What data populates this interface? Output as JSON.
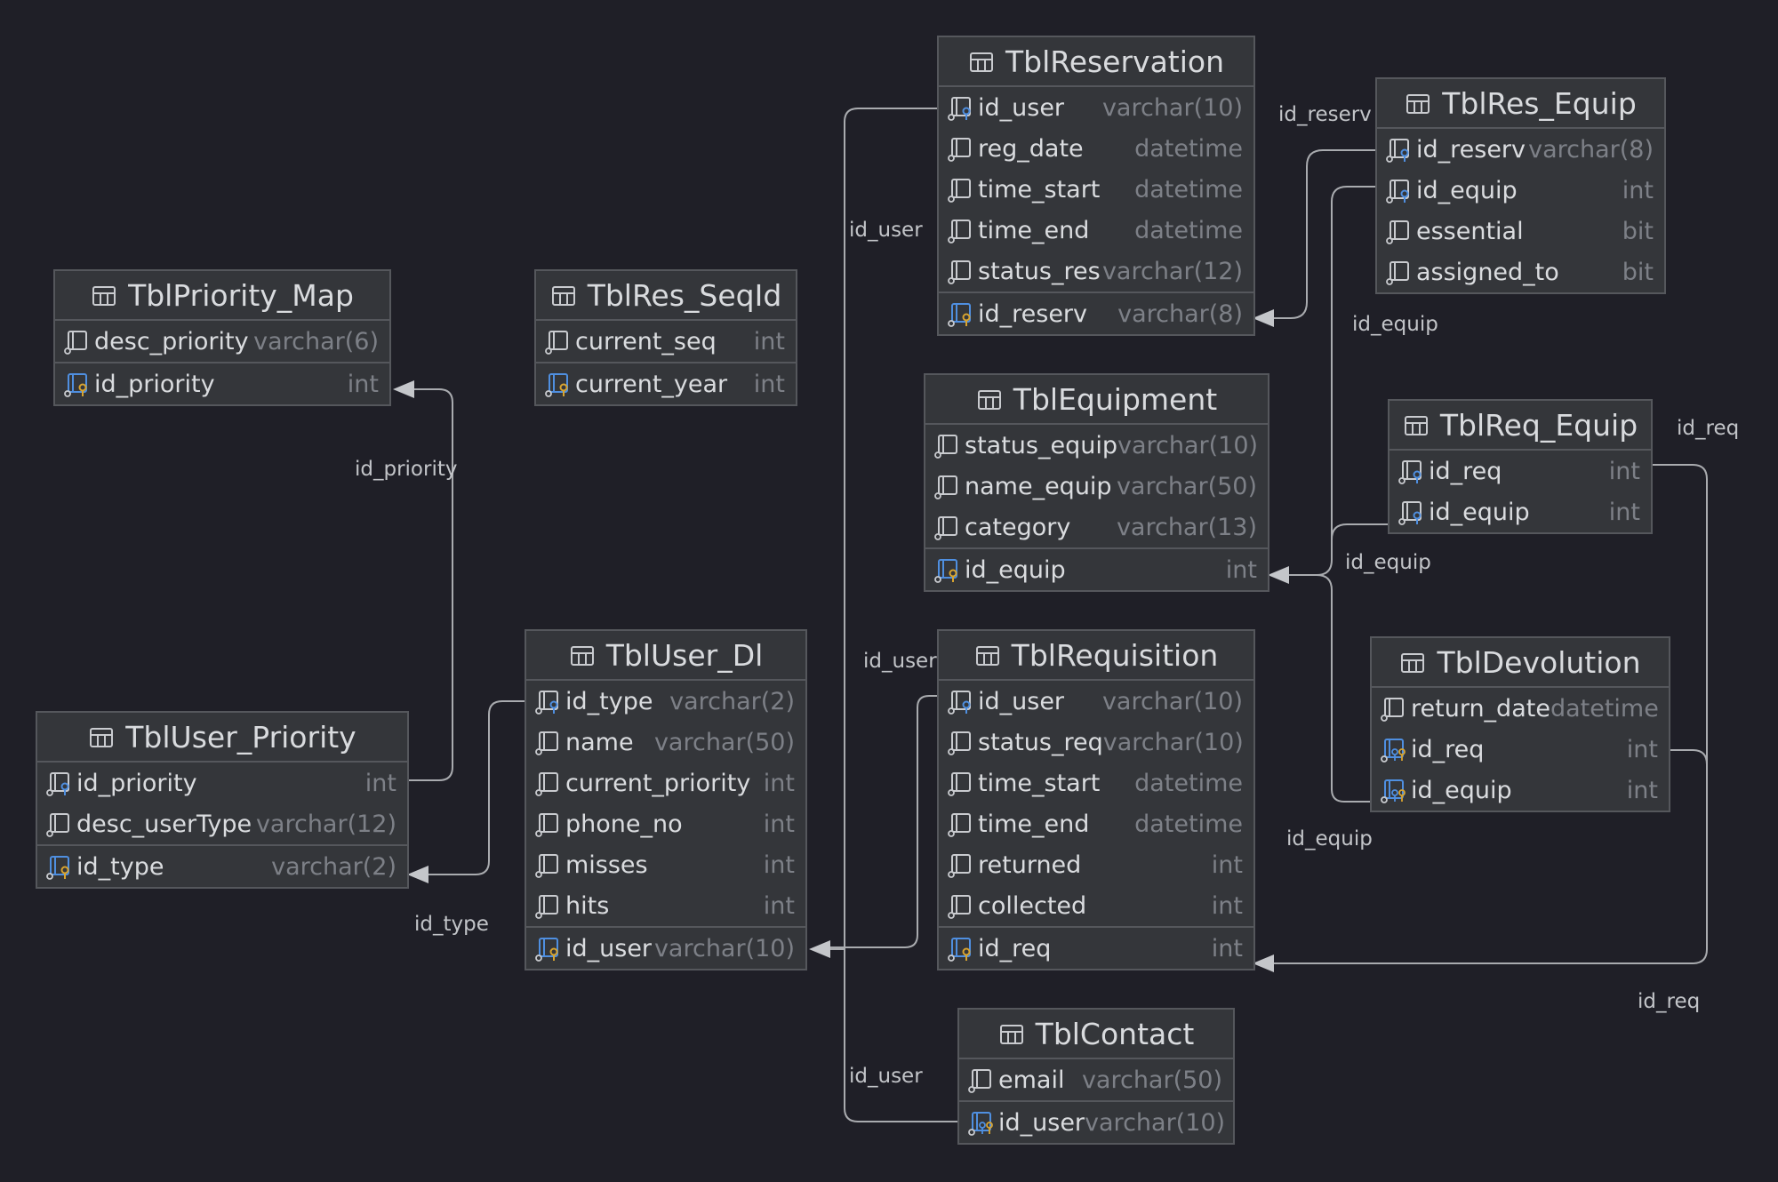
{
  "colors": {
    "background": "#1f1f27",
    "table_fill": "#34363a",
    "table_border": "#55575c",
    "connector": "#a9abaf",
    "type_text": "#7d8087",
    "fk_icon_blue": "#4f8fe0",
    "pk_icon_gold": "#d8a430"
  },
  "tables": [
    {
      "id": "tbl-reservation",
      "title": "TblReservation",
      "columns": [
        {
          "name": "id_user",
          "type": "varchar(10)",
          "icon": "fk-column-icon"
        },
        {
          "name": "reg_date",
          "type": "datetime",
          "icon": "column-icon"
        },
        {
          "name": "time_start",
          "type": "datetime",
          "icon": "column-icon"
        },
        {
          "name": "time_end",
          "type": "datetime",
          "icon": "column-icon"
        },
        {
          "name": "status_res",
          "type": "varchar(12)",
          "icon": "column-icon"
        },
        {
          "name": "id_reserv",
          "type": "varchar(8)",
          "icon": "pk-column-icon",
          "key": true
        }
      ]
    },
    {
      "id": "tbl-res-equip",
      "title": "TblRes_Equip",
      "columns": [
        {
          "name": "id_reserv",
          "type": "varchar(8)",
          "icon": "fk-column-icon"
        },
        {
          "name": "id_equip",
          "type": "int",
          "icon": "fk-column-icon"
        },
        {
          "name": "essential",
          "type": "bit",
          "icon": "column-icon"
        },
        {
          "name": "assigned_to",
          "type": "bit",
          "icon": "column-icon"
        }
      ]
    },
    {
      "id": "tbl-priority-map",
      "title": "TblPriority_Map",
      "columns": [
        {
          "name": "desc_priority",
          "type": "varchar(6)",
          "icon": "column-icon"
        },
        {
          "name": "id_priority",
          "type": "int",
          "icon": "pk-column-icon",
          "key": true
        }
      ]
    },
    {
      "id": "tbl-res-seqid",
      "title": "TblRes_SeqId",
      "columns": [
        {
          "name": "current_seq",
          "type": "int",
          "icon": "column-icon"
        },
        {
          "name": "current_year",
          "type": "int",
          "icon": "pk-column-icon",
          "key": true
        }
      ]
    },
    {
      "id": "tbl-equipment",
      "title": "TblEquipment",
      "columns": [
        {
          "name": "status_equip",
          "type": "varchar(10)",
          "icon": "column-icon"
        },
        {
          "name": "name_equip",
          "type": "varchar(50)",
          "icon": "column-icon"
        },
        {
          "name": "category",
          "type": "varchar(13)",
          "icon": "column-icon"
        },
        {
          "name": "id_equip",
          "type": "int",
          "icon": "pk-column-icon",
          "key": true
        }
      ]
    },
    {
      "id": "tbl-req-equip",
      "title": "TblReq_Equip",
      "columns": [
        {
          "name": "id_req",
          "type": "int",
          "icon": "fk-column-icon"
        },
        {
          "name": "id_equip",
          "type": "int",
          "icon": "fk-column-icon"
        }
      ]
    },
    {
      "id": "tbl-user-dl",
      "title": "TblUser_Dl",
      "columns": [
        {
          "name": "id_type",
          "type": "varchar(2)",
          "icon": "fk-column-icon"
        },
        {
          "name": "name",
          "type": "varchar(50)",
          "icon": "column-icon"
        },
        {
          "name": "current_priority",
          "type": "int",
          "icon": "column-icon"
        },
        {
          "name": "phone_no",
          "type": "int",
          "icon": "column-icon"
        },
        {
          "name": "misses",
          "type": "int",
          "icon": "column-icon"
        },
        {
          "name": "hits",
          "type": "int",
          "icon": "column-icon"
        },
        {
          "name": "id_user",
          "type": "varchar(10)",
          "icon": "pk-column-icon",
          "key": true
        }
      ]
    },
    {
      "id": "tbl-requisition",
      "title": "TblRequisition",
      "columns": [
        {
          "name": "id_user",
          "type": "varchar(10)",
          "icon": "fk-column-icon"
        },
        {
          "name": "status_req",
          "type": "varchar(10)",
          "icon": "column-icon"
        },
        {
          "name": "time_start",
          "type": "datetime",
          "icon": "column-icon"
        },
        {
          "name": "time_end",
          "type": "datetime",
          "icon": "column-icon"
        },
        {
          "name": "returned",
          "type": "int",
          "icon": "column-icon"
        },
        {
          "name": "collected",
          "type": "int",
          "icon": "column-icon"
        },
        {
          "name": "id_req",
          "type": "int",
          "icon": "pk-column-icon",
          "key": true
        }
      ]
    },
    {
      "id": "tbl-devolution",
      "title": "TblDevolution",
      "columns": [
        {
          "name": "return_date",
          "type": "datetime",
          "icon": "column-icon"
        },
        {
          "name": "id_req",
          "type": "int",
          "icon": "pk-fk-column-icon"
        },
        {
          "name": "id_equip",
          "type": "int",
          "icon": "pk-fk-column-icon"
        }
      ]
    },
    {
      "id": "tbl-user-priority",
      "title": "TblUser_Priority",
      "columns": [
        {
          "name": "id_priority",
          "type": "int",
          "icon": "fk-column-icon"
        },
        {
          "name": "desc_userType",
          "type": "varchar(12)",
          "icon": "column-icon"
        },
        {
          "name": "id_type",
          "type": "varchar(2)",
          "icon": "pk-column-icon",
          "key": true
        }
      ]
    },
    {
      "id": "tbl-contact",
      "title": "TblContact",
      "columns": [
        {
          "name": "email",
          "type": "varchar(50)",
          "icon": "column-icon"
        },
        {
          "name": "id_user",
          "type": "varchar(10)",
          "icon": "pk-fk-column-icon",
          "key": true
        }
      ]
    }
  ],
  "relationship_labels": [
    {
      "id": "label-id-reserv",
      "text": "id_reserv"
    },
    {
      "id": "label-id-user-reservation",
      "text": "id_user"
    },
    {
      "id": "label-id-equip-resequip",
      "text": "id_equip"
    },
    {
      "id": "label-id-req-reqequip",
      "text": "id_req"
    },
    {
      "id": "label-id-equip-reqequip",
      "text": "id_equip"
    },
    {
      "id": "label-id-priority",
      "text": "id_priority"
    },
    {
      "id": "label-id-user-requisition",
      "text": "id_user"
    },
    {
      "id": "label-id-type",
      "text": "id_type"
    },
    {
      "id": "label-id-equip-devolution",
      "text": "id_equip"
    },
    {
      "id": "label-id-req-devolution",
      "text": "id_req"
    },
    {
      "id": "label-id-user-contact",
      "text": "id_user"
    }
  ]
}
